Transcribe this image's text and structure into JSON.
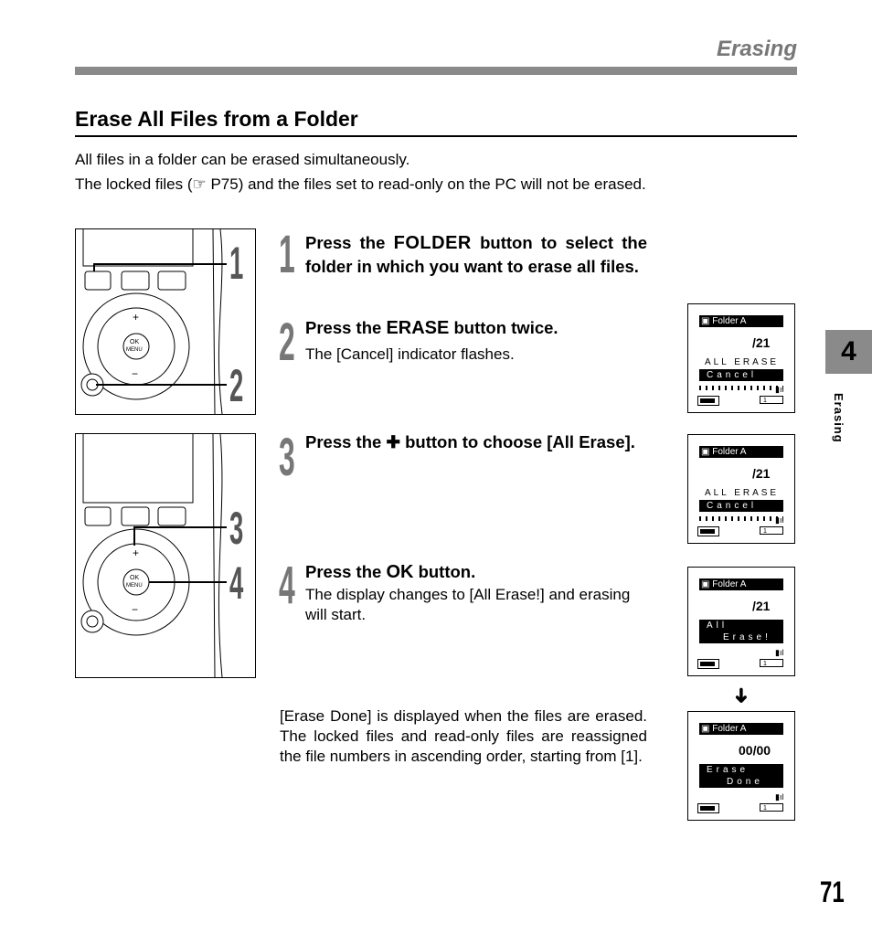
{
  "header": {
    "section": "Erasing"
  },
  "title": "Erase All Files from a Folder",
  "intro": [
    "All files in a folder can be erased simultaneously.",
    "The locked files (☞ P75) and the files set to read-only on the PC will not be erased."
  ],
  "figure_callouts": [
    "1",
    "2",
    "3",
    "4"
  ],
  "device_labels": {
    "plus": "+",
    "minus": "−",
    "ok": "OK",
    "menu": "MENU"
  },
  "steps": [
    {
      "num": "1",
      "pre": "Press the ",
      "key": "FOLDER",
      "post": " button to select the folder in which you want to erase all files.",
      "note": ""
    },
    {
      "num": "2",
      "pre": "Press the ",
      "key": "ERASE",
      "post": " button twice.",
      "note": "The [Cancel] indicator flashes."
    },
    {
      "num": "3",
      "pre": "Press the ",
      "key": "✚",
      "post": " button to choose [All Erase].",
      "note": ""
    },
    {
      "num": "4",
      "pre": "Press the ",
      "key": "OK",
      "post": " button.",
      "note": "The display changes to [All Erase!] and erasing will start."
    }
  ],
  "closing": "[Erase Done] is displayed when the files are erased. The locked files and read-only files are reassigned the file numbers in ascending order, starting from [1].",
  "lcds": [
    {
      "folder": "Folder A",
      "count": "/21",
      "line1": "ALL ERASE",
      "line2": "Cancel"
    },
    {
      "folder": "Folder A",
      "count": "/21",
      "line1": "ALL ERASE",
      "line2": "Cancel"
    },
    {
      "folder": "Folder A",
      "count": "/21",
      "line1": "All",
      "line2": "Erase!"
    },
    {
      "folder": "Folder A",
      "count": "00/00",
      "line1": "Erase",
      "line2": "Done"
    }
  ],
  "lcd_icons": {
    "mic": "mic-icon",
    "battery": "battery-icon",
    "folder": "folder-icon",
    "file_number": "1"
  },
  "arrow": "➜",
  "chapter_tab": "4",
  "side_label": "Erasing",
  "page_number": "71"
}
